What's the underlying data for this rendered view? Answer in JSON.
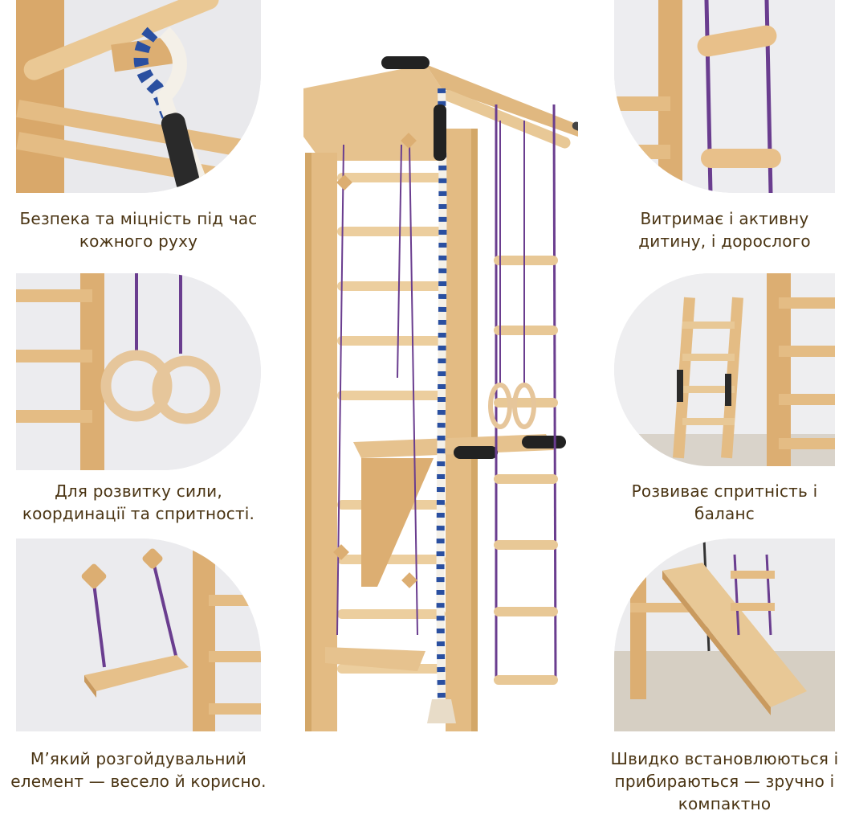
{
  "features": [
    {
      "id": "safety",
      "caption_lines": [
        "Безпека та міцність під час",
        "кожного руху"
      ]
    },
    {
      "id": "load",
      "caption_lines": [
        "Витримає і активну",
        "дитину, і дорослого"
      ]
    },
    {
      "id": "strength",
      "caption_lines": [
        "Для розвитку сили,",
        "координації та спритності."
      ]
    },
    {
      "id": "balance",
      "caption_lines": [
        "Розвиває спритність і",
        "баланс"
      ]
    },
    {
      "id": "swing",
      "caption_lines": [
        "М’який розгойдувальний",
        "елемент — весело й корисно."
      ]
    },
    {
      "id": "install",
      "caption_lines": [
        "Швидко встановлюються і",
        "прибираються — зручно і",
        "компактно"
      ]
    }
  ],
  "colors": {
    "wood": "#e6c28e",
    "wood_dark": "#c99a5f",
    "rope_purple": "#6a3d8f",
    "text": "#4a3413",
    "wall": "#ececee"
  }
}
